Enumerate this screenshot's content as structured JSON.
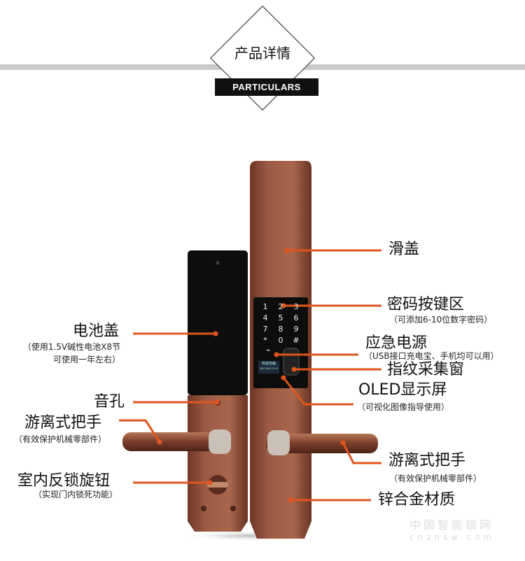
{
  "header": {
    "title": "产品详情",
    "subtitle": "PARTICULARS"
  },
  "colors": {
    "callout_line": "#e0561c",
    "copper": "#8c4c37",
    "panel": "#0d0d0d"
  },
  "lock": {
    "keypad_keys": [
      "1",
      "2",
      "3",
      "4",
      "5",
      "6",
      "7",
      "8",
      "9",
      "*",
      "0",
      "#"
    ],
    "oled_text": "欢迎光临",
    "oled_date": "2017-8-8 12:12"
  },
  "callouts": {
    "slide_cover": {
      "label": "滑盖"
    },
    "keypad": {
      "label": "密码按键区",
      "note": "（可添加6-10位数字密码）"
    },
    "emergency_power": {
      "label": "应急电源",
      "note": "（USB接口充电宝、手机均可以用）"
    },
    "fingerprint": {
      "label": "指纹采集窗"
    },
    "oled": {
      "label": "OLED显示屏",
      "note": "（可视化图像指导使用）"
    },
    "battery_cover": {
      "label": "电池盖",
      "note_line1": "（使用1.5V碱性电池X8节",
      "note_line2": "可使用一年左右）"
    },
    "speaker": {
      "label": "音孔"
    },
    "handle_left": {
      "label": "游离式把手",
      "note": "（有效保护机械零部件）"
    },
    "knob": {
      "label": "室内反锁旋钮",
      "note": "（实现门内锁死功能）"
    },
    "handle_right": {
      "label": "游离式把手",
      "note": "（有效保护机械零部件）"
    },
    "material": {
      "label": "锌合金材质"
    }
  },
  "watermark": {
    "line1": "中国智能锁网",
    "line2": "cnznsw.com"
  }
}
